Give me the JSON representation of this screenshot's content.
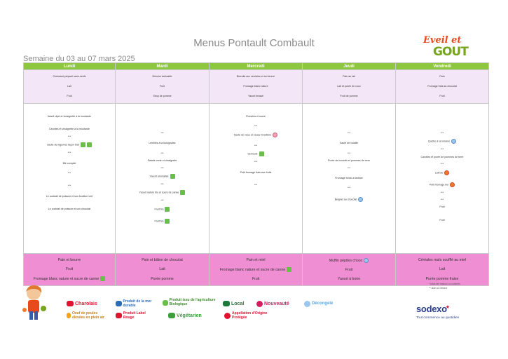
{
  "header": {
    "title": "Menus Pontault Combault",
    "week": "Semaine du 03 au 07 mars 2025",
    "logo_line1": "Eveil et",
    "logo_line2": "GOUT"
  },
  "days": [
    "Lundi",
    "Mardi",
    "Mercredi",
    "Jeudi",
    "Vendredi"
  ],
  "breakfast": [
    [
      "Croissant préparé sans oeufs",
      "Lait",
      "Fruit"
    ],
    [
      "Brioche tartinable",
      "Fruit",
      "Sirop de pomme"
    ],
    [
      "Biscuits aux céréales et au beurre",
      "Fromage blanc nature",
      "Yaourt brassé"
    ],
    [
      "Pain au lait",
      "Lait et purée de coco",
      "Fruit de pomme"
    ],
    [
      "Pain",
      "Fromage frais au chocolat",
      "Fruit"
    ]
  ],
  "lunch": [
    [
      "Navet râpé et vinaigrette à la moutarde",
      "Carottes et vinaigrette à la moutarde",
      "***",
      "Sauté de légumes façon thaï",
      "***",
      "Blé complet",
      "***",
      "***",
      "Le cocktail de poisson et son bouillon vert",
      "Le cocktail de poisson et son chocolat"
    ],
    [
      "***",
      "Lentilles à la bolognaise",
      "***",
      "Salade verte et vinaigrette",
      "***",
      "Yaourt aromatisé",
      "***",
      "Yaourt nature bio et sucre de canne",
      "***",
      "Fruit bio",
      "Fruit bio"
    ],
    [
      "Pomelos et sucre",
      "***",
      "Sauté de veau et sauce forestière",
      "***",
      "Semoule",
      "***",
      "Petit fromage frais aux fruits",
      "***"
    ],
    [
      "***",
      "Sauté de volaille",
      "***",
      "Purée de brocolis et pommes de terre",
      "***",
      "Fromage fondu à tartiner",
      "***",
      "Beignet au chocolat"
    ],
    [
      "***",
      "Quiche à la lorraine",
      "***",
      "Carottes et purée de pommes de terre",
      "***",
      "Lait bio",
      "***",
      "Petit fromage bio",
      "***",
      "Fruit",
      "Fruit"
    ]
  ],
  "snack": [
    [
      "Pain et beurre",
      "Fruit",
      "Fromage blanc nature et sucre de canne"
    ],
    [
      "Pain et bâton de chocolat",
      "Lait",
      "Purée pomme"
    ],
    [
      "Pain et miel",
      "Fromage blanc nature et sucre de canne",
      "Fruit"
    ],
    [
      "Muffin pépites choco",
      "Fruit",
      "Yaourt à boire"
    ],
    [
      "Céréales maïs soufflé au miel",
      "Lait",
      "Purée pomme fraise"
    ]
  ],
  "notes": {
    "line1": "* plats fait maison ou cuisinés",
    "line2": "** aide au rebond"
  },
  "legend": [
    {
      "label": "Charolais",
      "color": "#e0122f"
    },
    {
      "label": "Produit de la mer durable",
      "color": "#2a6db5"
    },
    {
      "label": "Produit issu de l'agriculture Biologique",
      "color": "#6abf4b"
    },
    {
      "label": "Local",
      "color": "#1b7a3a"
    },
    {
      "label": "Nouveauté",
      "color": "#d81b60"
    },
    {
      "label": "Décongelé",
      "color": "#5fa8e0"
    },
    {
      "label": "Oeuf de poules élevées en plein air",
      "color": "#f2a11a"
    },
    {
      "label": "Produit Label Rouge",
      "color": "#e0122f"
    },
    {
      "label": "Végétarien",
      "color": "#3aa03a"
    },
    {
      "label": "Appellation d'Origine Protégée",
      "color": "#e0122f"
    }
  ],
  "sodexo": {
    "brand": "sodexo",
    "tagline": "Tout commence au quotidien"
  },
  "colors": {
    "header_green": "#8dc63f",
    "breakfast_bg": "#f3e6f6",
    "snack_bg": "#ef8ed3"
  }
}
